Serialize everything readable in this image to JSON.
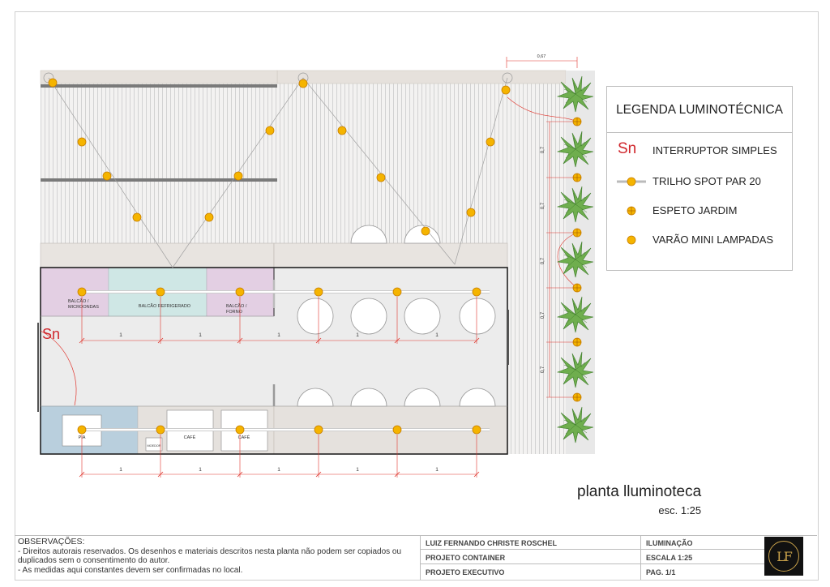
{
  "legend": {
    "title": "LEGENDA LUMINOTÉCNICA",
    "items": [
      {
        "symbol": "Sn",
        "label": "INTERRUPTOR SIMPLES"
      },
      {
        "symbol": "spot-track",
        "label": "TRILHO SPOT PAR 20"
      },
      {
        "symbol": "garden-spike",
        "label": "ESPETO JARDIM"
      },
      {
        "symbol": "mini-lamp-rod",
        "label": "VARÃO MINI LAMPADAS"
      }
    ]
  },
  "switch_symbol": "Sn",
  "rooms": {
    "balcao_micro": "BALCÃO / MICROONDAS",
    "balcao_refrig": "BALCÃO REFRIGERADO",
    "balcao_forno": "BALCÃO / FORNO",
    "pia": "PIA",
    "moedor": "MOEDOR",
    "cafe1": "CAFÉ",
    "cafe2": "CAFÉ"
  },
  "dimensions": {
    "top_width": "0,67",
    "garden_spacing": [
      "0,7",
      "0,7",
      "0,7",
      "0,7",
      "0,7"
    ],
    "track_upper": [
      "1",
      "1",
      "1",
      "1",
      "1"
    ],
    "track_lower": [
      "1",
      "1",
      "1",
      "1",
      "1"
    ]
  },
  "drawing": {
    "title": "planta lluminoteca",
    "scale": "esc. 1:25"
  },
  "footer": {
    "obs_title": "OBSERVAÇÕES:",
    "obs_line1": "- Direitos autorais reservados. Os desenhos e materiais descritos nesta planta não podem ser copiados ou duplicados sem o consentimento do autor.",
    "obs_line2": "- As medidas aqui constantes devem ser confirmadas no local.",
    "author": "LUIZ FERNANDO CHRISTE ROSCHEL",
    "project": "PROJETO CONTAINER",
    "phase": "PROJETO EXECUTIVO",
    "discipline": "ILUMINAÇÃO",
    "scale": "ESCALA 1:25",
    "page": "PAG. 1/1",
    "logo": "LF"
  },
  "colors": {
    "lamp": "#f5b400",
    "lamp_stroke": "#c77e00",
    "dimension": "#e0342c",
    "plant": "#6fae4e",
    "lilac": "#e3cfe3",
    "mint": "#cfe7e5",
    "blue": "#b9cfdd",
    "deck": "#e9e6e3",
    "beige": "#e7e2dd"
  }
}
